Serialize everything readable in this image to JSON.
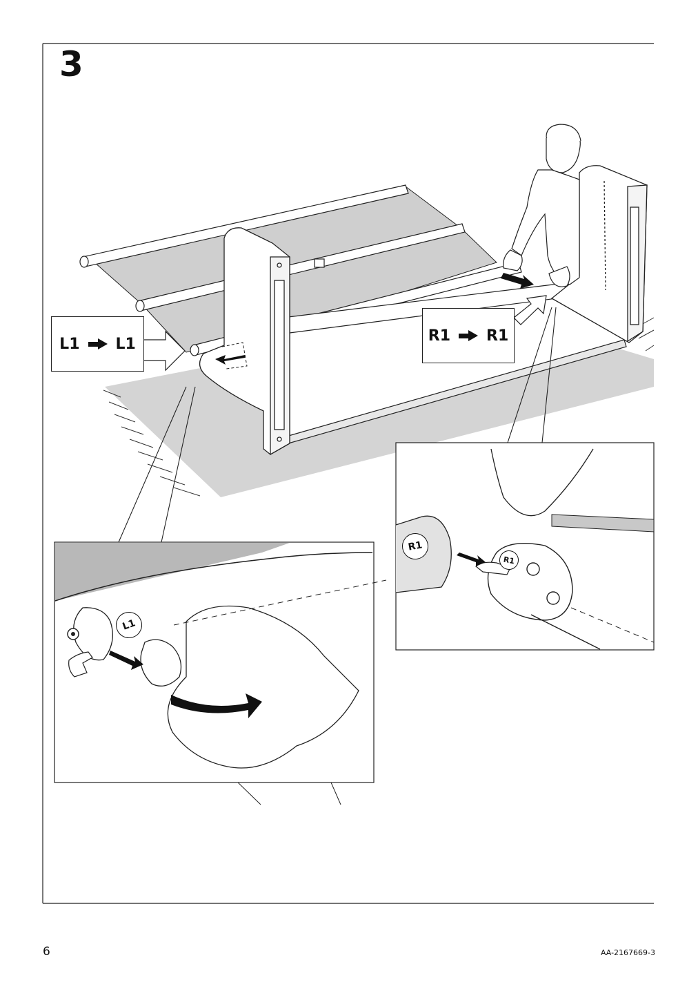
{
  "step": {
    "number": "3"
  },
  "callout_left": {
    "from": "L1",
    "to": "L1"
  },
  "callout_right": {
    "from": "R1",
    "to": "R1"
  },
  "detail_left": {
    "badge": "L1"
  },
  "detail_right": {
    "badge_roller": "R1",
    "badge_bracket": "R1"
  },
  "footer": {
    "page_number": "6",
    "doc_code": "AA-2167669-3"
  },
  "icons": [
    "arrow-right-icon",
    "finger-icon",
    "pull-arrow-icon",
    "rotate-arrow-icon"
  ]
}
